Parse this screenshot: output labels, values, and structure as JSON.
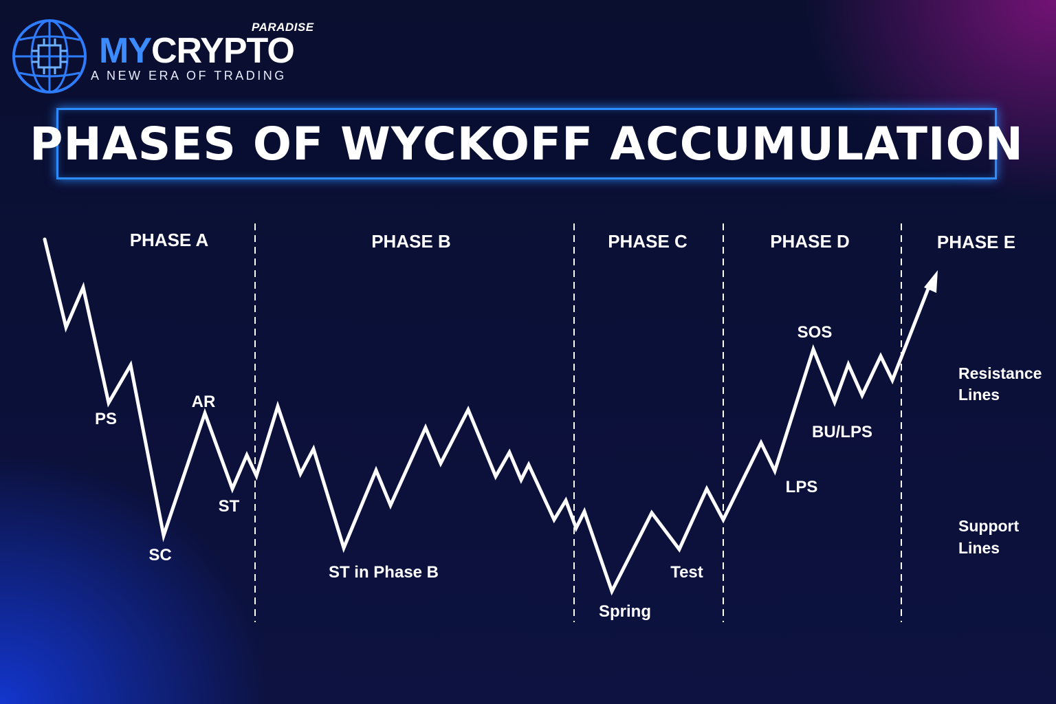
{
  "brand": {
    "name_part1": "MY",
    "name_part2": "CRYPTO",
    "name_super": "PARADISE",
    "tagline": "A NEW ERA OF TRADING",
    "accent_color": "#3c8cff"
  },
  "title": "PHASES OF WYCKOFF ACCUMULATION",
  "phases": [
    "PHASE A",
    "PHASE B",
    "PHASE C",
    "PHASE D",
    "PHASE E"
  ],
  "events": {
    "ps": "PS",
    "sc": "SC",
    "ar": "AR",
    "st": "ST",
    "st_phase_b": "ST in Phase B",
    "spring": "Spring",
    "test": "Test",
    "lps": "LPS",
    "sos": "SOS",
    "bu_lps": "BU/LPS"
  },
  "legend": {
    "resistance_line1": "Resistance",
    "resistance_line2": "Lines",
    "support_line1": "Support",
    "support_line2": "Lines"
  },
  "colors": {
    "resistance": "#e8202a",
    "support": "#22dd22",
    "price": "#ffffff",
    "title_border": "#2d8cff"
  }
}
